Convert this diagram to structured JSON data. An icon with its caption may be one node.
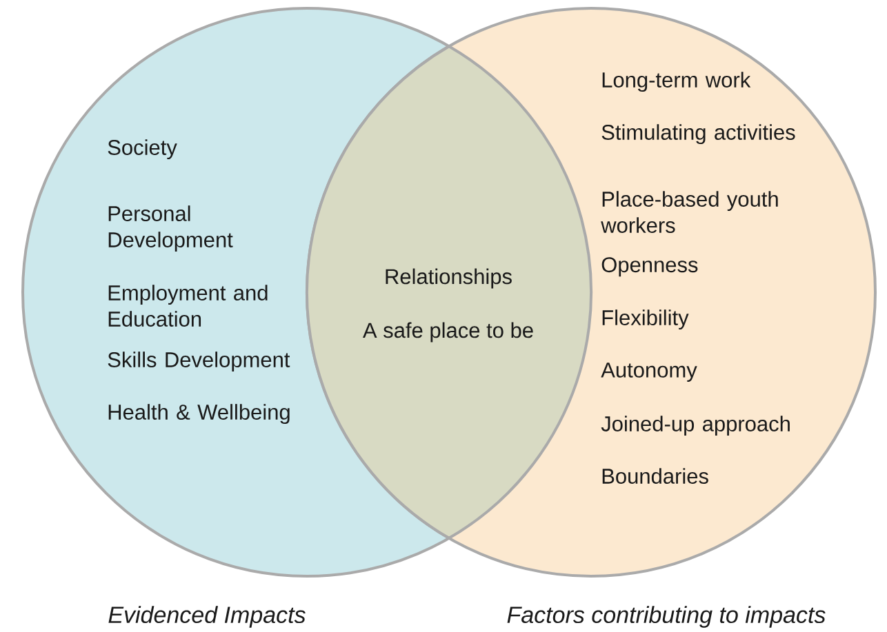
{
  "diagram": {
    "nodes": [
      {
        "text": [
          "Society",
          "Personal Development",
          "Employment and Education",
          "Skills Development",
          "Health & Wellbeing"
        ],
        "beside": [
          "Evidenced Impacts"
        ]
      },
      {
        "text": [
          "Long-term work",
          "Stimulating activities",
          "Place-based youth workers",
          "Openness",
          "Flexibility",
          "Autonomy",
          "Joined-up approach",
          "Boundaries"
        ],
        "beside": [
          "Factors contributing to impacts"
        ]
      },
      {
        "text": [
          "Relationships",
          "A safe place to be"
        ]
      }
    ]
  }
}
